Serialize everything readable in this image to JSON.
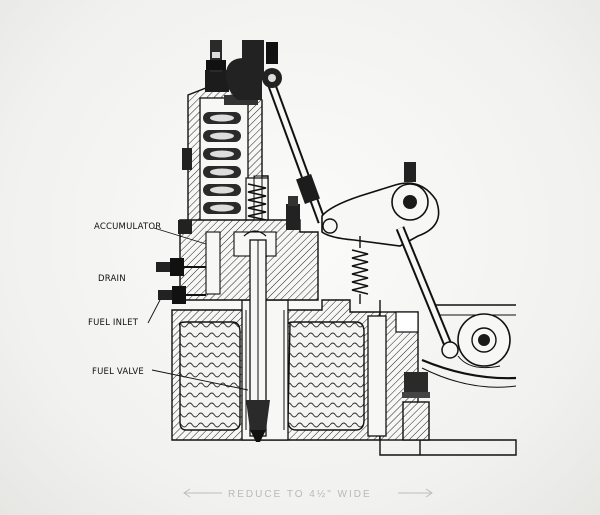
{
  "labels": {
    "accumulator": "ACCUMULATOR",
    "drain": "DRAIN",
    "fuel_inlet": "FUEL INLET",
    "fuel_valve": "FUEL VALVE"
  },
  "handwritten_note": "REDUCE TO 4½\" WIDE",
  "colors": {
    "ink": "#111111",
    "paper": "#f3f3f1",
    "pencil": "#b9b9b9"
  }
}
